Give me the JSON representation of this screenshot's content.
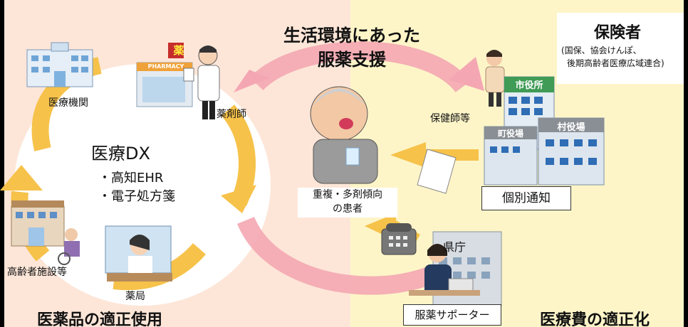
{
  "left_panel": {
    "ring_labels": {
      "hospital": "医療機関",
      "pharmacist": "薬剤師",
      "pharmacy": "薬局",
      "elderly_facility": "高齢者施設等"
    },
    "center_title": "医療DX",
    "center_items": [
      "・高知EHR",
      "・電子処方箋"
    ],
    "pharmacy_sign": "薬",
    "storefront_sign": "PHARMACY",
    "footer": "医薬品の適正使用"
  },
  "middle": {
    "arc_title_line1": "生活環境にあった",
    "arc_title_line2": "服薬支援",
    "patient_label_line1": "重複・多剤傾向",
    "patient_label_line2": "の患者",
    "support_label": "服薬サポーター",
    "prefecture_label": "県庁"
  },
  "right_panel": {
    "insurer_title": "保険者",
    "insurer_note_line1": "(国保、協会けんぽ、",
    "insurer_note_line2": "後期高齢者医療広域連合)",
    "health_nurse": "保健師等",
    "notice_label": "個別通知",
    "city_hall": "市役所",
    "town_hall": "町役場",
    "village_hall": "村役場",
    "footer": "医療費の適正化"
  },
  "colors": {
    "left_bg": "#fde6d8",
    "right_bg": "#fdf5c8",
    "yellow_arrow": "#f6c24a",
    "pink_arrow": "#f4a7b3",
    "green_roof": "#3f9b55"
  }
}
